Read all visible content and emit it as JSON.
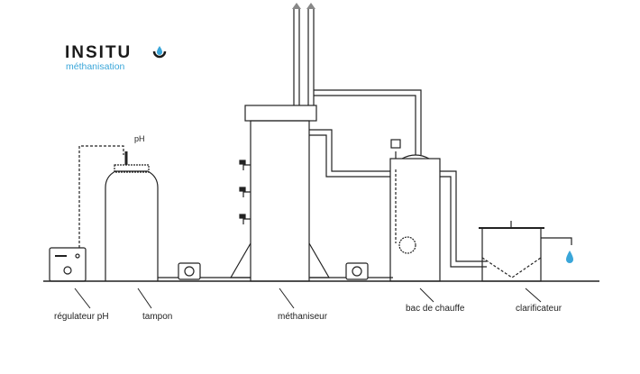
{
  "brand": {
    "name": "INSITU",
    "subtitle": "méthanisation",
    "accent_color": "#3aa6d9"
  },
  "labels": {
    "ph_sensor": "pH",
    "ph_regulator": "régulateur pH",
    "buffer_tank": "tampon",
    "digester": "méthaniseur",
    "heating_tank": "bac de chauffe",
    "clarifier": "clarificateur"
  },
  "icons": {
    "logo_drop": "water-drop-icon",
    "outlet_drop": "water-drop-icon",
    "gas_outlets": "arrow-up-icon"
  }
}
